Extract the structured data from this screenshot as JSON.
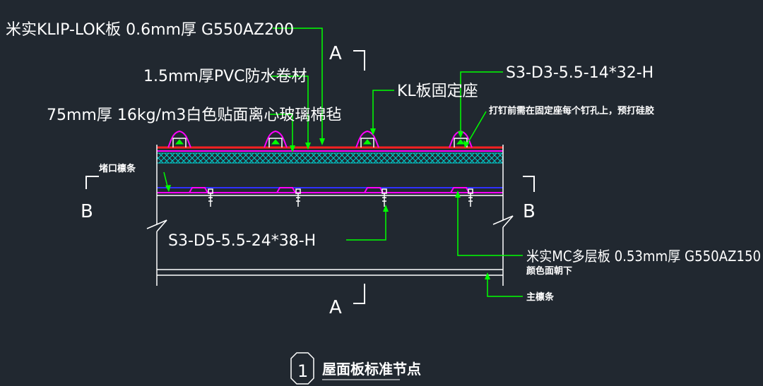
{
  "labels": {
    "klip_lok": "米实KLIP-LOK板 0.6mm厚 G550AZ200",
    "pvc": "1.5mm厚PVC防水卷材",
    "fixing_seat": "KL板固定座",
    "screw_top": "S3-D3-5.5-14*32-H",
    "insulation": "75mm厚  16kg/m3白色贴面离心玻璃棉毡",
    "screw_note": "打钉前需在固定座每个钉孔上，预打硅胶",
    "eave_strip": "堵口檩条",
    "screw_bottom": "S3-D5-5.5-24*38-H",
    "mc_panel": "米实MC多层板 0.53mm厚 G550AZ150",
    "mc_panel_note": "颜色面朝下",
    "main_purlin": "主檩条"
  },
  "section_marks": {
    "a_top": "A",
    "a_bottom": "A",
    "b_left": "B",
    "b_right": "B"
  },
  "title": {
    "number": "1",
    "text": "屋面板标准节点"
  },
  "colors": {
    "background": "#212830",
    "leader": "#00ff00",
    "panel_red": "#ff2020",
    "membrane_magenta": "#ff00ff",
    "insulation_cyan": "#00d0d0",
    "liner_blue": "#3030ff",
    "line_white": "#ffffff"
  }
}
